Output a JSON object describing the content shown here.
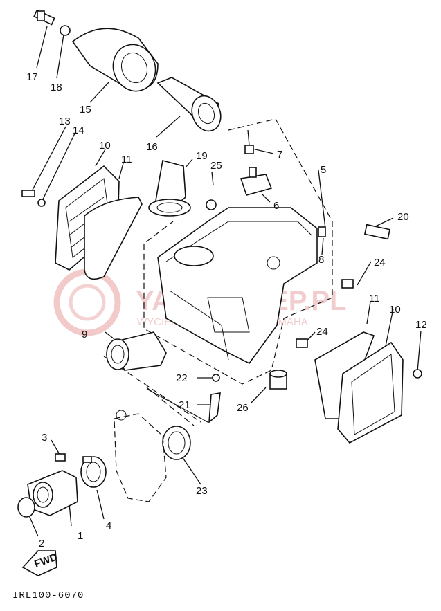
{
  "diagram_code": "IRL100-6070",
  "fwd_label": "FWD",
  "watermark": {
    "title": "YAMASKLEP.PL",
    "subtitle": "WYCIEFICIALNY DEALER YAMAHA"
  },
  "callouts": {
    "c1": "1",
    "c2": "2",
    "c3": "3",
    "c4": "4",
    "c5": "5",
    "c6": "6",
    "c7": "7",
    "c8": "8",
    "c9": "9",
    "c10a": "10",
    "c10b": "10",
    "c11a": "11",
    "c11b": "11",
    "c12": "12",
    "c13": "13",
    "c14": "14",
    "c15": "15",
    "c16": "16",
    "c17": "17",
    "c18": "18",
    "c19": "19",
    "c20": "20",
    "c21": "21",
    "c22": "22",
    "c23": "23",
    "c24a": "24",
    "c24b": "24",
    "c25": "25",
    "c26": "26"
  }
}
